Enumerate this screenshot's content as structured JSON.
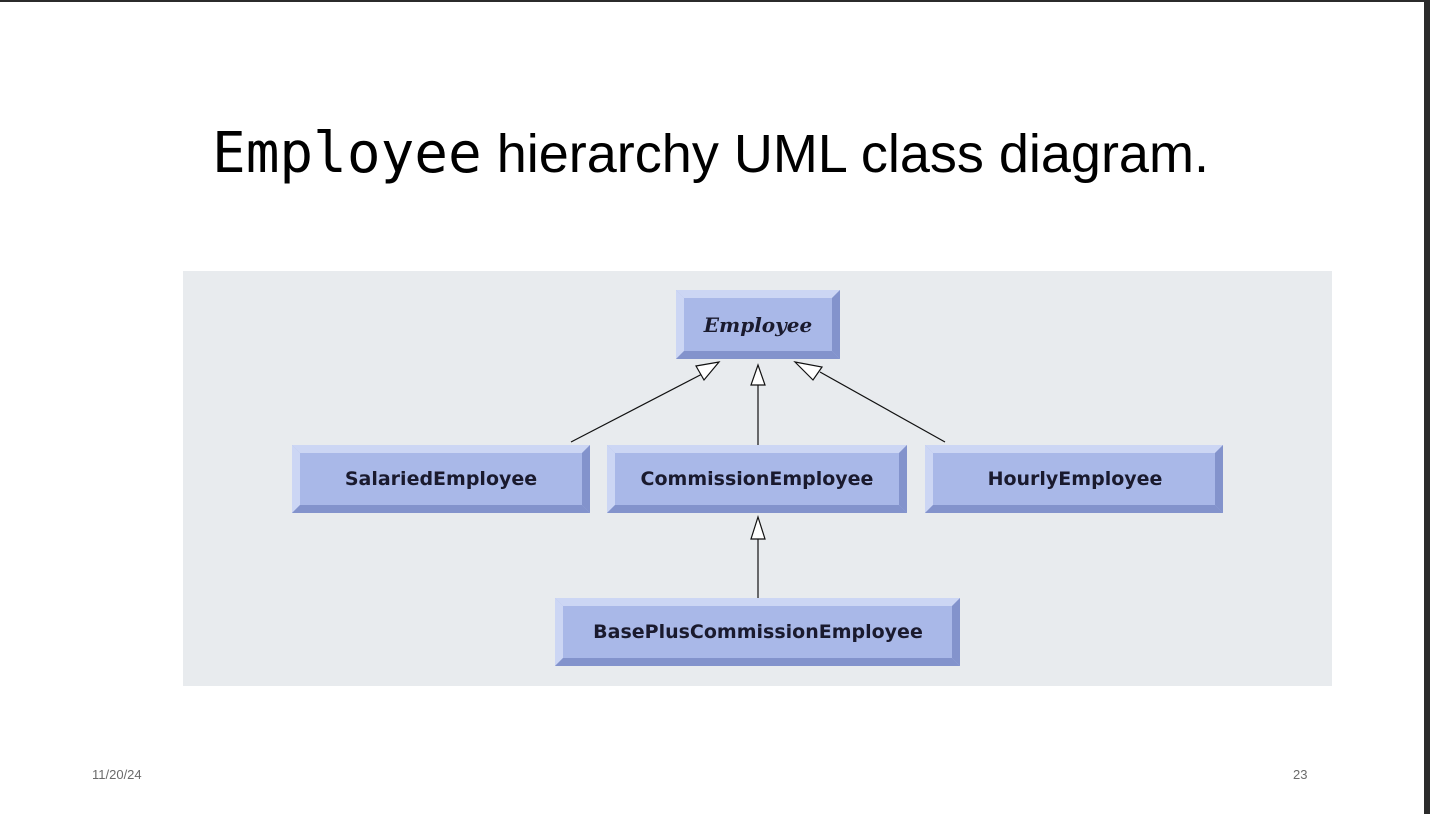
{
  "slide": {
    "title_code": "Employee",
    "title_text": " hierarchy UML class diagram.",
    "date": "11/20/24",
    "page_number": "23"
  },
  "diagram": {
    "classes": [
      {
        "id": "employee",
        "name": "Employee",
        "abstract": true
      },
      {
        "id": "salaried",
        "name": "SalariedEmployee",
        "abstract": false
      },
      {
        "id": "commission",
        "name": "CommissionEmployee",
        "abstract": false
      },
      {
        "id": "hourly",
        "name": "HourlyEmployee",
        "abstract": false
      },
      {
        "id": "basepluscommission",
        "name": "BasePlusCommissionEmployee",
        "abstract": false
      }
    ],
    "relationships": [
      {
        "type": "generalization",
        "from": "SalariedEmployee",
        "to": "Employee"
      },
      {
        "type": "generalization",
        "from": "CommissionEmployee",
        "to": "Employee"
      },
      {
        "type": "generalization",
        "from": "HourlyEmployee",
        "to": "Employee"
      },
      {
        "type": "generalization",
        "from": "BasePlusCommissionEmployee",
        "to": "CommissionEmployee"
      }
    ],
    "colors": {
      "class_fill": "#a9b8e8",
      "bevel_light": "#ccd6f4",
      "bevel_dark": "#8393cc",
      "background": "#e8ebee"
    }
  }
}
